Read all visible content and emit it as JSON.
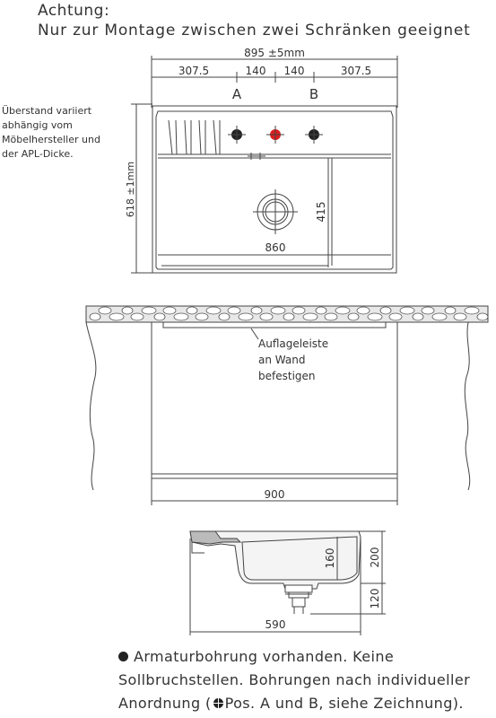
{
  "header": {
    "line1": "Achtung:",
    "line2": "Nur zur Montage zwischen zwei Schränken geeignet"
  },
  "side_note": "Überstand variiert abhängig vom Möbelhersteller und der APL-Dicke.",
  "top_view": {
    "overall_width": "895 ±5mm",
    "segment_left": "307.5",
    "segment_mid_left": "140",
    "segment_mid_right": "140",
    "segment_right": "307.5",
    "pos_a": "A",
    "pos_b": "B",
    "depth": "618 ±1mm",
    "basin_depth": "415",
    "basin_width": "860",
    "hole_color": "#d9201f"
  },
  "front_view": {
    "label_line1": "Auflageleiste",
    "label_line2": "an Wand",
    "label_line3": "befestigen",
    "width": "900"
  },
  "section_view": {
    "basin_height": "160",
    "total_height": "200",
    "drain_height": "120",
    "width": "590"
  },
  "footnote": {
    "line1": "Armaturbohrung vorhanden. Keine",
    "line2": "Sollbruchstellen. Bohrungen nach individueller",
    "line3_pre": "Anordnung (",
    "line3_post": "Pos. A und B, siehe Zeichnung)."
  }
}
